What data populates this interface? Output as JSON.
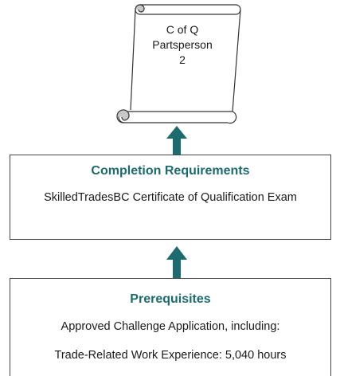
{
  "scroll": {
    "line1": "C of Q",
    "line2": "Partsperson",
    "line3": "2"
  },
  "completion": {
    "title": "Completion Requirements",
    "body": "SkilledTradesBC Certificate of Qualification Exam"
  },
  "prerequisites": {
    "title": "Prerequisites",
    "line1": "Approved Challenge Application, including:",
    "line2": "Trade-Related Work Experience: 5,040 hours"
  },
  "colors": {
    "accent": "#1c6b6e",
    "border": "#444444",
    "scroll_curl": "#c8c8c8"
  }
}
